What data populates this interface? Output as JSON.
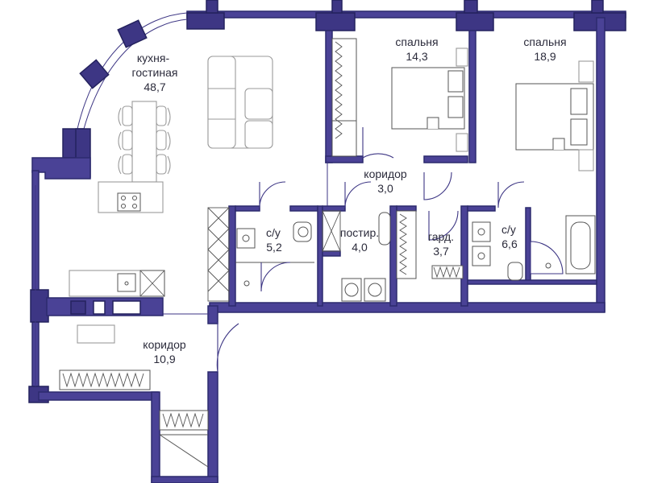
{
  "rooms": {
    "kitchen": {
      "name": "кухня-\nгостиная",
      "area": "48,7"
    },
    "bedroom1": {
      "name": "спальня",
      "area": "14,3"
    },
    "bedroom2": {
      "name": "спальня",
      "area": "18,9"
    },
    "corridor1": {
      "name": "коридор",
      "area": "3,0"
    },
    "bath1": {
      "name": "с/у",
      "area": "5,2"
    },
    "laundry": {
      "name": "постир.",
      "area": "4,0"
    },
    "wardrobe": {
      "name": "гард.",
      "area": "3,7"
    },
    "bath2": {
      "name": "с/у",
      "area": "6,6"
    },
    "corridor2": {
      "name": "коридор",
      "area": "10,9"
    }
  },
  "colors": {
    "wall": "#4a4296",
    "wall_outline": "#2c2a6e",
    "furniture": "#9a9a9a"
  }
}
